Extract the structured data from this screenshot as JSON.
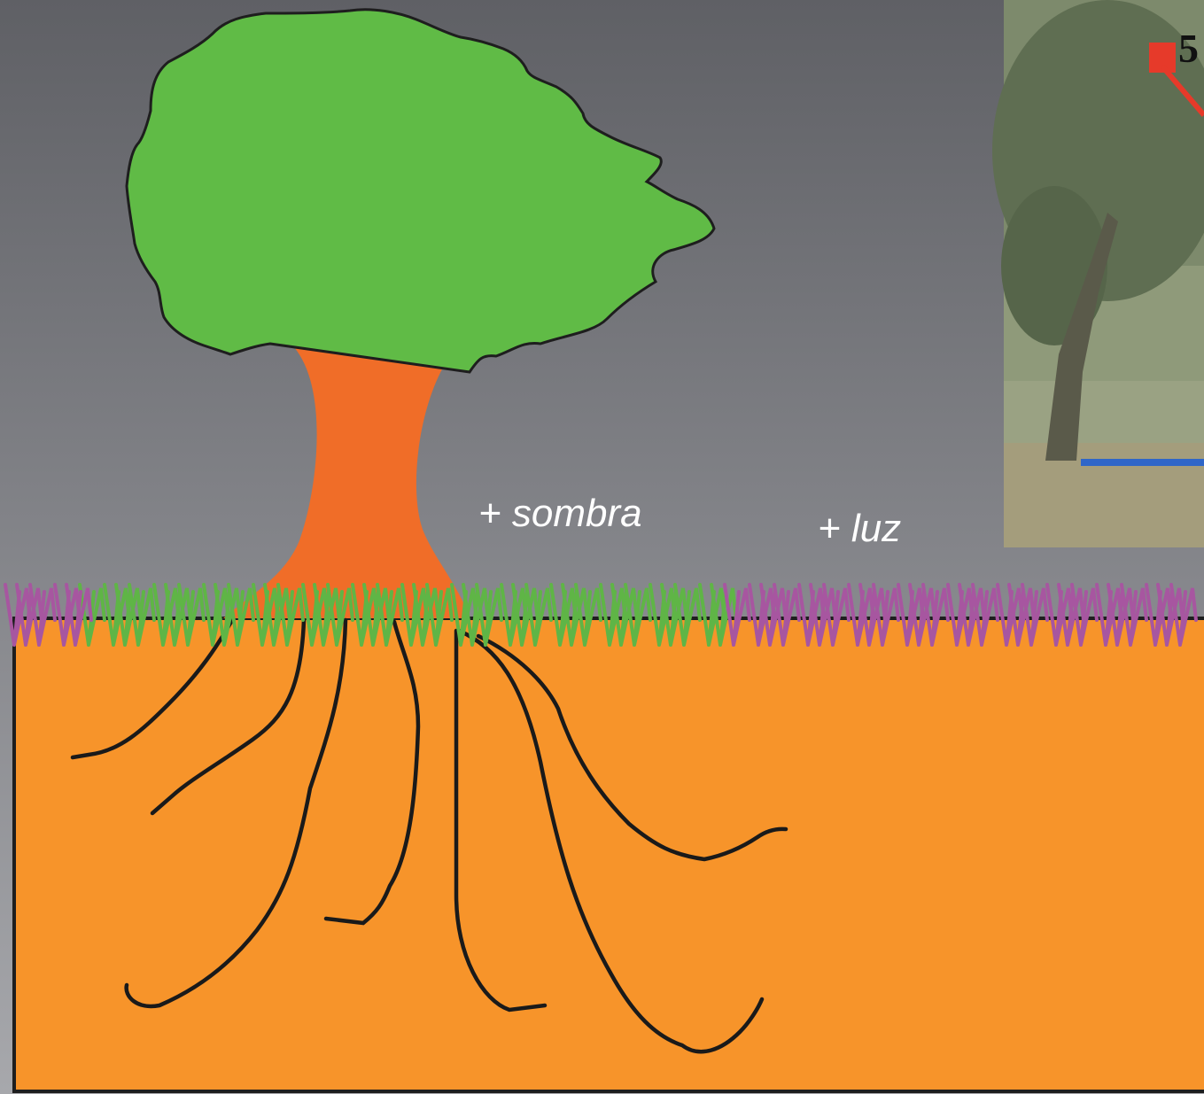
{
  "labels": {
    "shade": "+ sombra",
    "light": "+ luz"
  },
  "photo": {
    "marker_number": "5"
  },
  "colors": {
    "sky_top": "#5f6065",
    "sky_bottom": "#a7a8ac",
    "canopy": "#60bb46",
    "trunk": "#f06d28",
    "soil": "#f7942a",
    "roots": "#1a1a1a",
    "grass_shade": "#5fb546",
    "grass_light": "#a756a0",
    "photo_marker": "#e63a2a",
    "photo_line": "#2f66c8"
  },
  "icons": {
    "tree": "tree-canopy-icon",
    "grass": "grass-tuft-icon",
    "roots": "root-system-icon"
  }
}
